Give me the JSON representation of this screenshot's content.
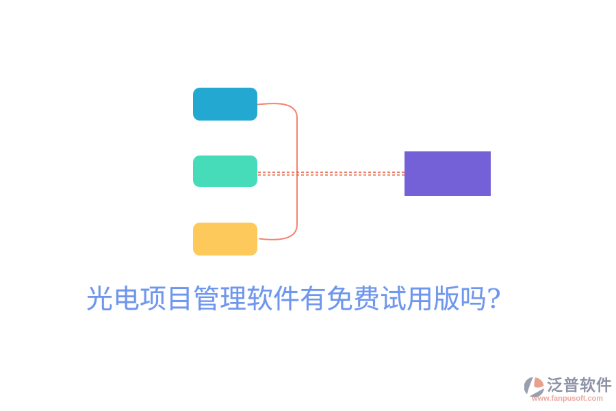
{
  "page": {
    "background_color": "#ffffff"
  },
  "diagram": {
    "type": "mindmap",
    "nodes": [
      {
        "id": "branch-top",
        "label": "",
        "color": "#23A9D1",
        "shape": "rounded-rect"
      },
      {
        "id": "branch-middle",
        "label": "",
        "color": "#46DCBA",
        "shape": "rounded-rect"
      },
      {
        "id": "branch-bottom",
        "label": "",
        "color": "#FEC95B",
        "shape": "rounded-rect"
      },
      {
        "id": "node-result",
        "label": "",
        "color": "#7561D7",
        "shape": "rect"
      }
    ],
    "connectors": [
      {
        "id": "bracket",
        "style": "solid curved bracket joining top and bottom branch nodes",
        "color": "#F4836E"
      },
      {
        "id": "dotted-link",
        "style": "double dashed horizontal line from middle node to result node",
        "color": "#E95F3F"
      }
    ]
  },
  "title": {
    "text": "光电项目管理软件有免费试用版吗?",
    "color": "#6F96ED"
  },
  "footer_logo": {
    "brand": "泛普软件",
    "url": "www.fanpusoft.com",
    "brand_color": "#8D93A6",
    "url_color": "#EAA89F",
    "icon": "fanpu-swirl-mark"
  }
}
